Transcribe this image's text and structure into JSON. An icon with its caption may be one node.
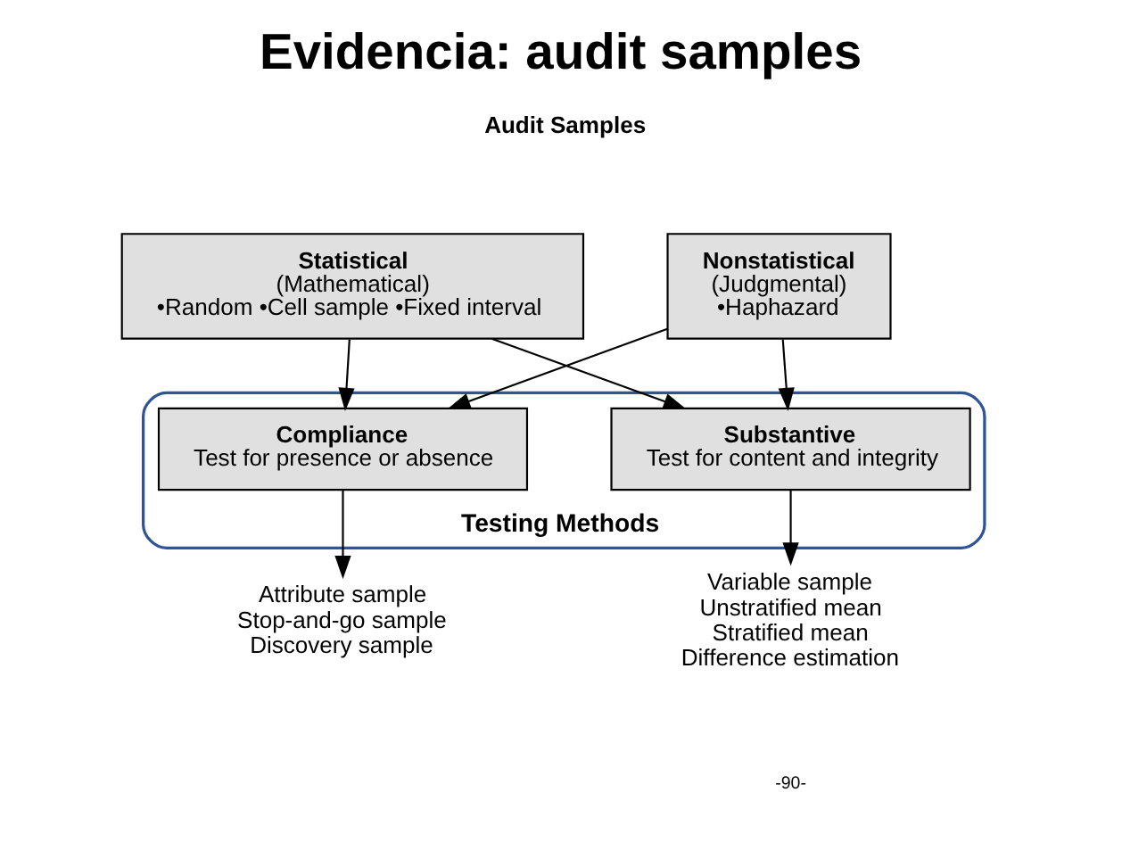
{
  "diagram": {
    "title": "Evidencia: audit samples",
    "nodes": [
      {
        "text": [
          "Statistical",
          "(Mathematical)",
          "•Random •Cell sample •Fixed interval"
        ]
      },
      {
        "text": [
          "Nonstatistical",
          "(Judgmental)",
          "•Haphazard"
        ]
      },
      {
        "text": [
          "Testing Methods"
        ]
      },
      {
        "text": [
          "Compliance",
          "Test for presence or absence"
        ],
        "in": 2
      },
      {
        "text": [
          "Substantive",
          "Test for content and integrity"
        ],
        "in": 2
      },
      {
        "text": [
          "Attribute sample",
          "Stop-and-go sample",
          "Discovery sample"
        ]
      },
      {
        "text": [
          "Variable sample",
          "Unstratified mean",
          "Stratified mean",
          "Difference estimation"
        ]
      }
    ],
    "edges": [
      {
        "from": 0,
        "to": 3,
        "arrow": "to"
      },
      {
        "from": 0,
        "to": 4,
        "arrow": "to"
      },
      {
        "from": 1,
        "to": 3,
        "arrow": "to"
      },
      {
        "from": 1,
        "to": 4,
        "arrow": "to"
      },
      {
        "from": 3,
        "to": 5,
        "arrow": "to"
      },
      {
        "from": 4,
        "to": 6,
        "arrow": "to"
      }
    ],
    "labels": [
      "Audit Samples",
      "-90-"
    ]
  }
}
